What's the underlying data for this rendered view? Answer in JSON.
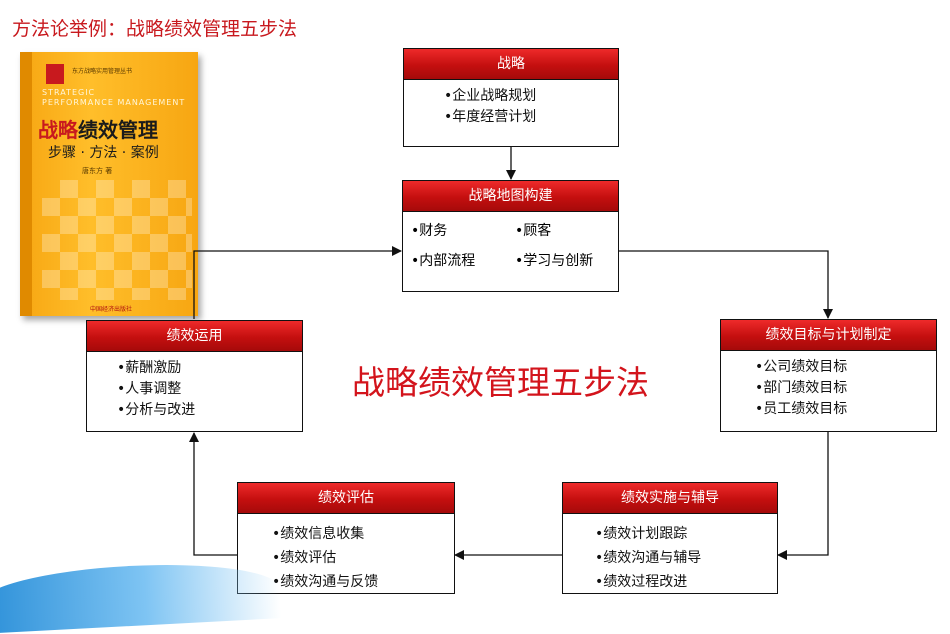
{
  "page": {
    "title": "方法论举例：战略绩效管理五步法",
    "center_title": "战略绩效管理五步法"
  },
  "book": {
    "series": "东方战略实用管理丛书",
    "english_lines": [
      "STRATEGIC",
      "PERFORMANCE MANAGEMENT"
    ],
    "title_red": "战略",
    "title_black": "绩效管理",
    "subtitle": "步骤 · 方法 · 案例",
    "author": "唐东方 著",
    "publisher": "中国经济出版社"
  },
  "diagram": {
    "strategy": {
      "title": "战略",
      "items": [
        "•企业战略规划",
        "•年度经营计划"
      ]
    },
    "strategy_map": {
      "title": "战略地图构建",
      "items": [
        "•财务",
        "•顾客",
        "•内部流程",
        "•学习与创新"
      ]
    },
    "goals": {
      "title": "绩效目标与计划制定",
      "items": [
        "•公司绩效目标",
        "•部门绩效目标",
        "•员工绩效目标"
      ]
    },
    "implementation": {
      "title": "绩效实施与辅导",
      "items": [
        "•绩效计划跟踪",
        "•绩效沟通与辅导",
        "•绩效过程改进"
      ]
    },
    "evaluation": {
      "title": "绩效评估",
      "items": [
        "•绩效信息收集",
        "•绩效评估",
        "•绩效沟通与反馈"
      ]
    },
    "application": {
      "title": "绩效运用",
      "items": [
        "•薪酬激励",
        "•人事调整",
        "•分析与改进"
      ]
    }
  },
  "colors": {
    "header_red": "#c40f0f",
    "title_red": "#c8191e",
    "border": "#111111",
    "book_orange": "#f7a612"
  }
}
